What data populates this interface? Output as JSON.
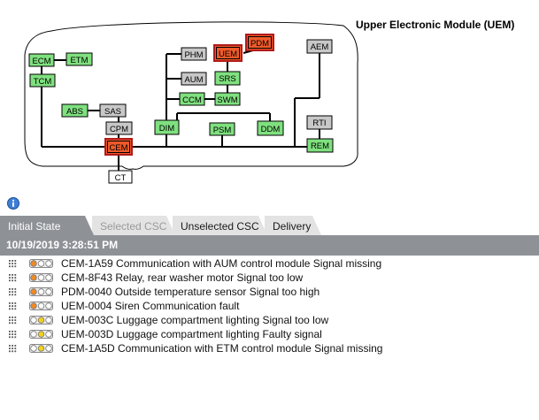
{
  "module_title": "Upper Electronic Module (UEM)",
  "colors": {
    "ok": "#7fe07f",
    "fault": "#ef5a2a",
    "inactive": "#c8c8c8",
    "tab_active": "#8e9196"
  },
  "modules": {
    "ecm": "ECM",
    "etm": "ETM",
    "tcm": "TCM",
    "abs": "ABS",
    "sas": "SAS",
    "cpm": "CPM",
    "cem": "CEM",
    "ct": "CT",
    "phm": "PHM",
    "uem": "UEM",
    "pdm": "PDM",
    "aum": "AUM",
    "srs": "SRS",
    "ccm": "CCM",
    "swm": "SWM",
    "dim": "DIM",
    "psm": "PSM",
    "ddm": "DDM",
    "aem": "AEM",
    "rti": "RTI",
    "rem": "REM"
  },
  "tabs": {
    "initial": "Initial State",
    "selected": "Selected CSC",
    "unselected": "Unselected CSC",
    "delivery": "Delivery"
  },
  "timestamp": "10/19/2019 3:28:51 PM",
  "dtcs": [
    {
      "text": "CEM-1A59 Communication with AUM control module Signal missing",
      "lights": [
        "#f08a24",
        "#ffffff",
        "#ffffff"
      ]
    },
    {
      "text": "CEM-8F43 Relay, rear washer motor Signal too low",
      "lights": [
        "#f08a24",
        "#ffffff",
        "#ffffff"
      ]
    },
    {
      "text": "PDM-0040 Outside temperature sensor Signal too high",
      "lights": [
        "#f08a24",
        "#ffffff",
        "#ffffff"
      ]
    },
    {
      "text": "UEM-0004 Siren Communication fault",
      "lights": [
        "#f08a24",
        "#ffffff",
        "#ffffff"
      ]
    },
    {
      "text": "UEM-003C Luggage compartment lighting Signal too low",
      "lights": [
        "#ffffff",
        "#f2d21b",
        "#ffffff"
      ]
    },
    {
      "text": "UEM-003D Luggage compartment lighting Faulty signal",
      "lights": [
        "#ffffff",
        "#f2d21b",
        "#ffffff"
      ]
    },
    {
      "text": "CEM-1A5D Communication with ETM control module Signal missing",
      "lights": [
        "#ffffff",
        "#f2d21b",
        "#ffffff"
      ]
    }
  ]
}
